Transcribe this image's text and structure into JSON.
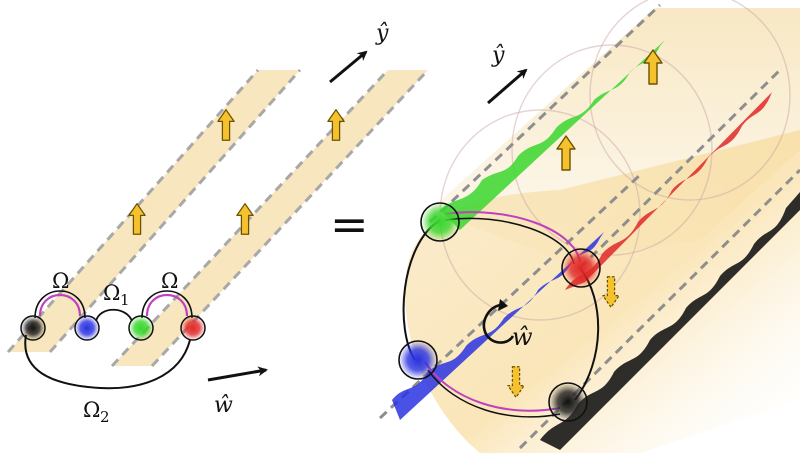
{
  "labels": {
    "y_axis_left": "ŷ",
    "y_axis_right": "ŷ",
    "w_axis_left": "ŵ",
    "w_rotation": "ŵ",
    "equals": "=",
    "omega_left": "Ω",
    "omega_right": "Ω",
    "omega_1": "Ω",
    "omega_1_sub": "1",
    "omega_2": "Ω",
    "omega_2_sub": "2"
  },
  "colors": {
    "strip": "#f5deaa",
    "strip_edge": "#a8a8a8",
    "arrow_fill": "#f5c22e",
    "arrow_stroke": "#6b5200",
    "green": "#39d62e",
    "blue": "#2a32e0",
    "red": "#e02828",
    "black": "#111111",
    "magenta": "#c040c0"
  },
  "icons": {
    "up_arrow": "yellow-up-arrow-icon",
    "down_arrow": "yellow-dashed-down-arrow-icon",
    "rotation": "rotation-arrow-icon"
  }
}
